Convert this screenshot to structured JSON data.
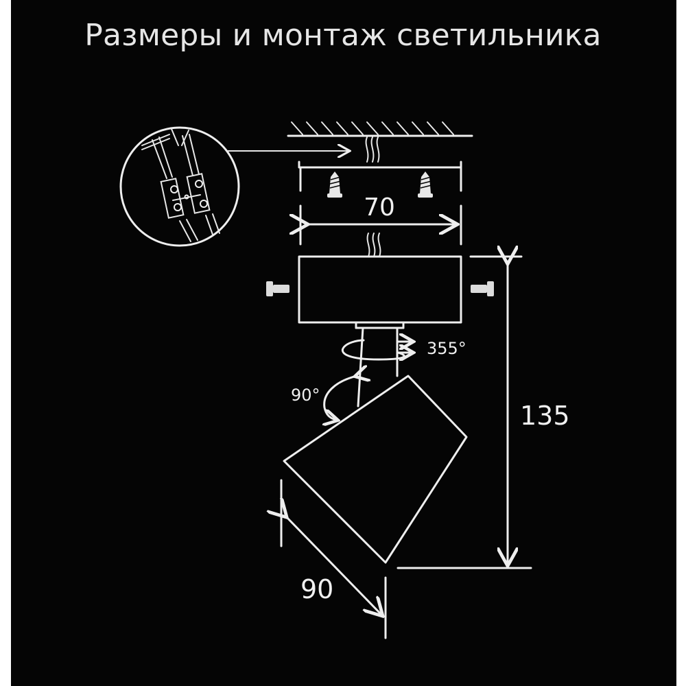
{
  "title": "Размеры и монтаж светильника",
  "dimensions": {
    "width": "70",
    "height": "135",
    "head": "90"
  },
  "angles": {
    "rotation": "355°",
    "tilt": "90°"
  },
  "colors": {
    "background": "#050505",
    "line": "#eeeeee"
  }
}
